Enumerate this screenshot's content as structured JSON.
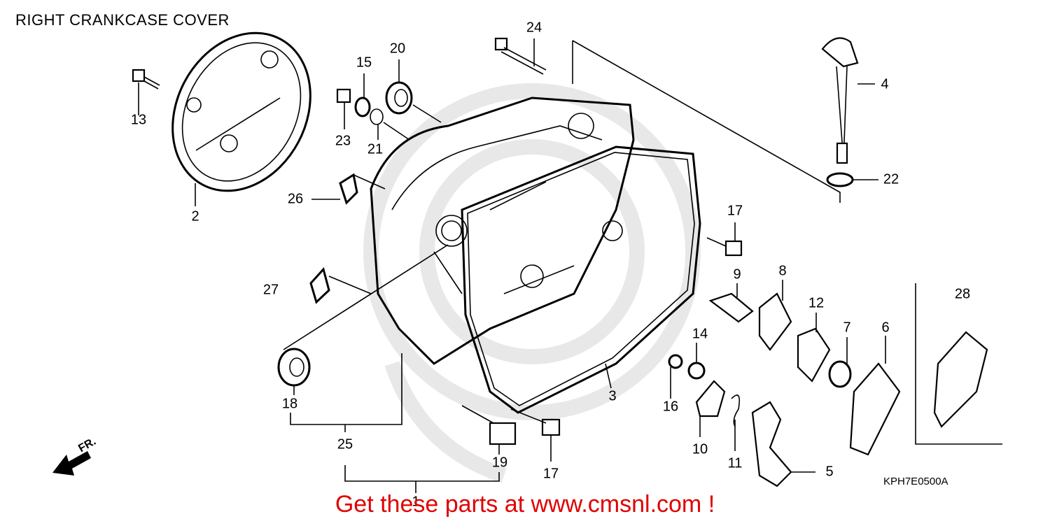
{
  "title": "RIGHT CRANKCASE COVER",
  "drawing_code": "KPH7E0500A",
  "promo_text": "Get these parts at www.cmsnl.com !",
  "direction_label": "FR.",
  "callouts": {
    "c1": "1",
    "c2": "2",
    "c3": "3",
    "c4": "4",
    "c5": "5",
    "c6": "6",
    "c7": "7",
    "c8": "8",
    "c9": "9",
    "c10": "10",
    "c11": "11",
    "c12": "12",
    "c13": "13",
    "c14": "14",
    "c15": "15",
    "c16": "16",
    "c17a": "17",
    "c17b": "17",
    "c18": "18",
    "c19": "19",
    "c20": "20",
    "c21": "21",
    "c22": "22",
    "c23": "23",
    "c24": "24",
    "c25": "25",
    "c26": "26",
    "c27": "27",
    "c28": "28"
  }
}
